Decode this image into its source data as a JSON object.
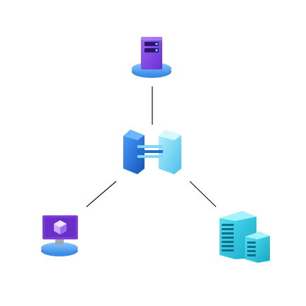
{
  "diagram": {
    "nodes": [
      {
        "id": "server",
        "icon": "server-icon"
      },
      {
        "id": "hub",
        "icon": "hybrid-connection-icon"
      },
      {
        "id": "vm",
        "icon": "virtual-machine-icon"
      },
      {
        "id": "datacenter",
        "icon": "datacenter-buildings-icon"
      }
    ],
    "edges": [
      {
        "from": "hub",
        "to": "server"
      },
      {
        "from": "hub",
        "to": "vm"
      },
      {
        "from": "hub",
        "to": "datacenter"
      }
    ]
  },
  "colors": {
    "background": "#ffffff",
    "connector": "#111111",
    "server_body": "#7b3fe4",
    "platform": "#5ea3ef",
    "hub_left": "#1f6fd1",
    "hub_right": "#7fd6f7",
    "vm_screen": "#7d3fd8",
    "datacenter": "#27c4de"
  }
}
